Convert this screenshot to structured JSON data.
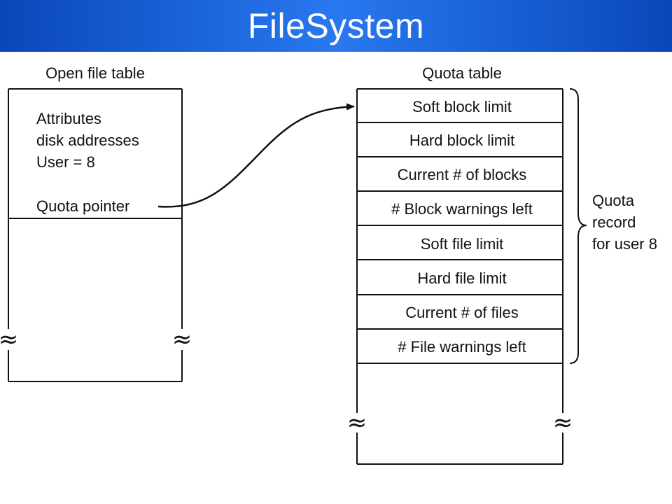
{
  "title": "FileSystem",
  "open_file_table": {
    "heading": "Open file table",
    "lines": [
      "Attributes",
      "disk addresses",
      "User = 8"
    ],
    "pointer_label": "Quota pointer"
  },
  "quota_table": {
    "heading": "Quota table",
    "rows": [
      "Soft block limit",
      "Hard block limit",
      "Current # of blocks",
      "# Block warnings left",
      "Soft file limit",
      "Hard file limit",
      "Current # of files",
      "# File warnings left"
    ]
  },
  "brace_label": [
    "Quota",
    "record",
    "for user 8"
  ],
  "break_mark": "≈"
}
